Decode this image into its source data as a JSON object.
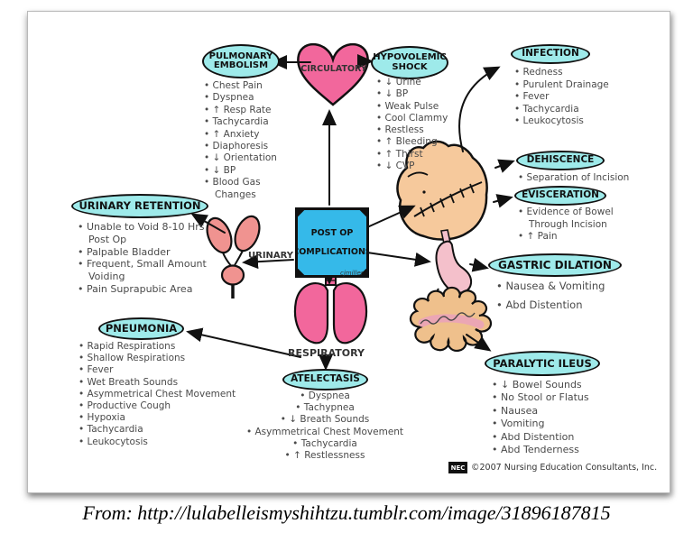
{
  "title": "POST OP COMPLICATIONS concept map",
  "center_box": {
    "line1": "POST OP",
    "line2": "COMPLICATIONS",
    "signature": "cjmiller"
  },
  "labels": {
    "circulatory": "CIRCULATORY",
    "urinary": "URINARY",
    "respiratory": "RESPIRATORY"
  },
  "nodes": {
    "pulmonary_embolism": {
      "title": "PULMONARY EMBOLISM",
      "items": [
        "Chest Pain",
        "Dyspnea",
        "↑ Resp Rate",
        "Tachycardia",
        "↑ Anxiety",
        "Diaphoresis",
        "↓ Orientation",
        "↓ BP",
        "Blood Gas Changes"
      ]
    },
    "hypovolemic_shock": {
      "title": "HYPOVOLEMIC SHOCK",
      "items": [
        "↓ Urine",
        "↓ BP",
        "Weak Pulse",
        "Cool Clammy",
        "Restless",
        "↑ Bleeding",
        "↑ Thirst",
        "↓ CVP"
      ]
    },
    "infection": {
      "title": "INFECTION",
      "items": [
        "Redness",
        "Purulent Drainage",
        "Fever",
        "Tachycardia",
        "Leukocytosis"
      ]
    },
    "dehiscence": {
      "title": "DEHISCENCE",
      "items": [
        "Separation of Incision"
      ]
    },
    "evisceration": {
      "title": "EVISCERATION",
      "items": [
        "Evidence of Bowel Through Incision",
        "↑ Pain"
      ]
    },
    "gastric_dilation": {
      "title": "GASTRIC DILATION",
      "items": [
        "Nausea & Vomiting",
        "Abd Distention"
      ]
    },
    "paralytic_ileus": {
      "title": "PARALYTIC ILEUS",
      "items": [
        "↓ Bowel Sounds",
        "No Stool or Flatus",
        "Nausea",
        "Vomiting",
        "Abd Distention",
        "Abd Tenderness"
      ]
    },
    "urinary_retention": {
      "title": "URINARY RETENTION",
      "items": [
        "Unable to Void 8-10 Hrs Post Op",
        "Palpable Bladder",
        "Frequent, Small Amount Voiding",
        "Pain Suprapubic Area"
      ]
    },
    "pneumonia": {
      "title": "PNEUMONIA",
      "items": [
        "Rapid Respirations",
        "Shallow Respirations",
        "Fever",
        "Wet Breath Sounds",
        "Asymmetrical Chest Movement",
        "Productive Cough",
        "Hypoxia",
        "Tachycardia",
        "Leukocytosis"
      ]
    },
    "atelectasis": {
      "title": "ATELECTASIS",
      "items": [
        "Dyspnea",
        "Tachypnea",
        "↓ Breath Sounds",
        "Asymmetrical Chest Movement",
        "Tachycardia",
        "↑ Restlessness"
      ]
    }
  },
  "footer": {
    "logo": "NEC",
    "copyright": "©2007 Nursing Education Consultants, Inc."
  },
  "caption": "From: http://lulabelleismyshihtzu.tumblr.com/image/31896187815",
  "colors": {
    "bubble": "#9eeaea",
    "center_box": "#35b9e9",
    "heart": "#f2679c",
    "lungs": "#f2679c",
    "kidneys": "#f09390",
    "torso": "#f6c99c",
    "stomach": "#f4c0cb",
    "intestine": "#efc08c",
    "ink": "#111111",
    "list_text": "#4a4a4a"
  }
}
